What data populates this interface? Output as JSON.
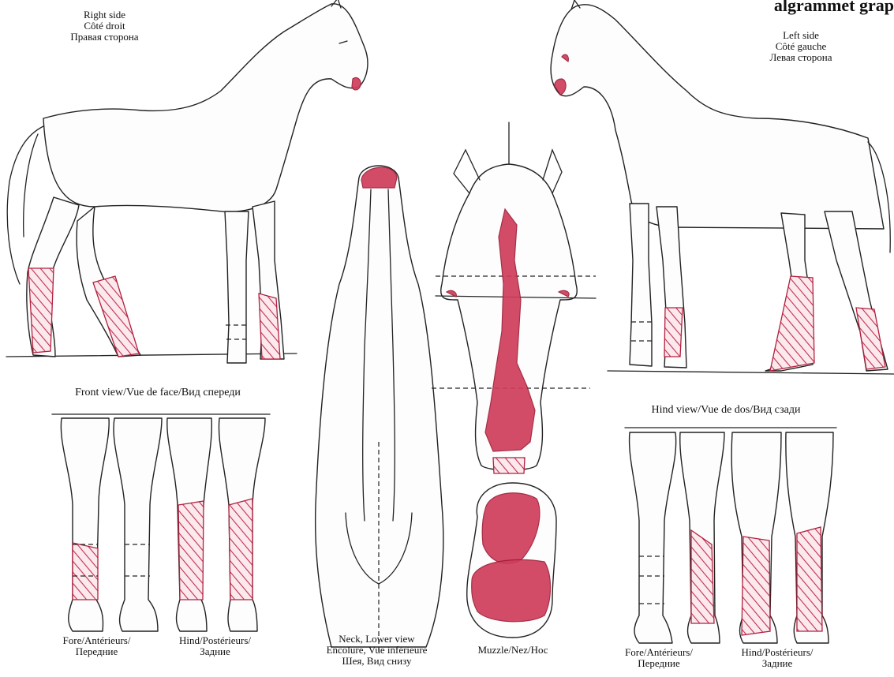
{
  "header_partial": "algrammet grap",
  "colors": {
    "marking": "#cf3d5c",
    "outline": "#222222",
    "paper": "#ffffff"
  },
  "labels": {
    "right_side": "Right side\nCôté droit\nПравая сторона",
    "left_side": "Left side\nCôté gauche\nЛевая сторона",
    "front_view": "Front view/Vue de face/Вид спереди",
    "hind_view": "Hind view/Vue de dos/Вид сзади",
    "front_fore": "Fore/Antérieurs/\nПередние",
    "front_hind": "Hind/Postérieurs/\nЗадние",
    "neck": "Neck, Lower view\nEncolure, Vue inférieure\nШея, Вид снизу",
    "muzzle": "Muzzle/Nez/Нос",
    "rear_fore": "Fore/Antérieurs/\nПередние",
    "rear_hind": "Hind/Postérieurs/\nЗадние"
  },
  "figures": [
    "right-side-horse",
    "left-side-horse",
    "neck-lower-view",
    "head-front-view",
    "muzzle-view",
    "front-view-legs",
    "hind-view-legs"
  ]
}
